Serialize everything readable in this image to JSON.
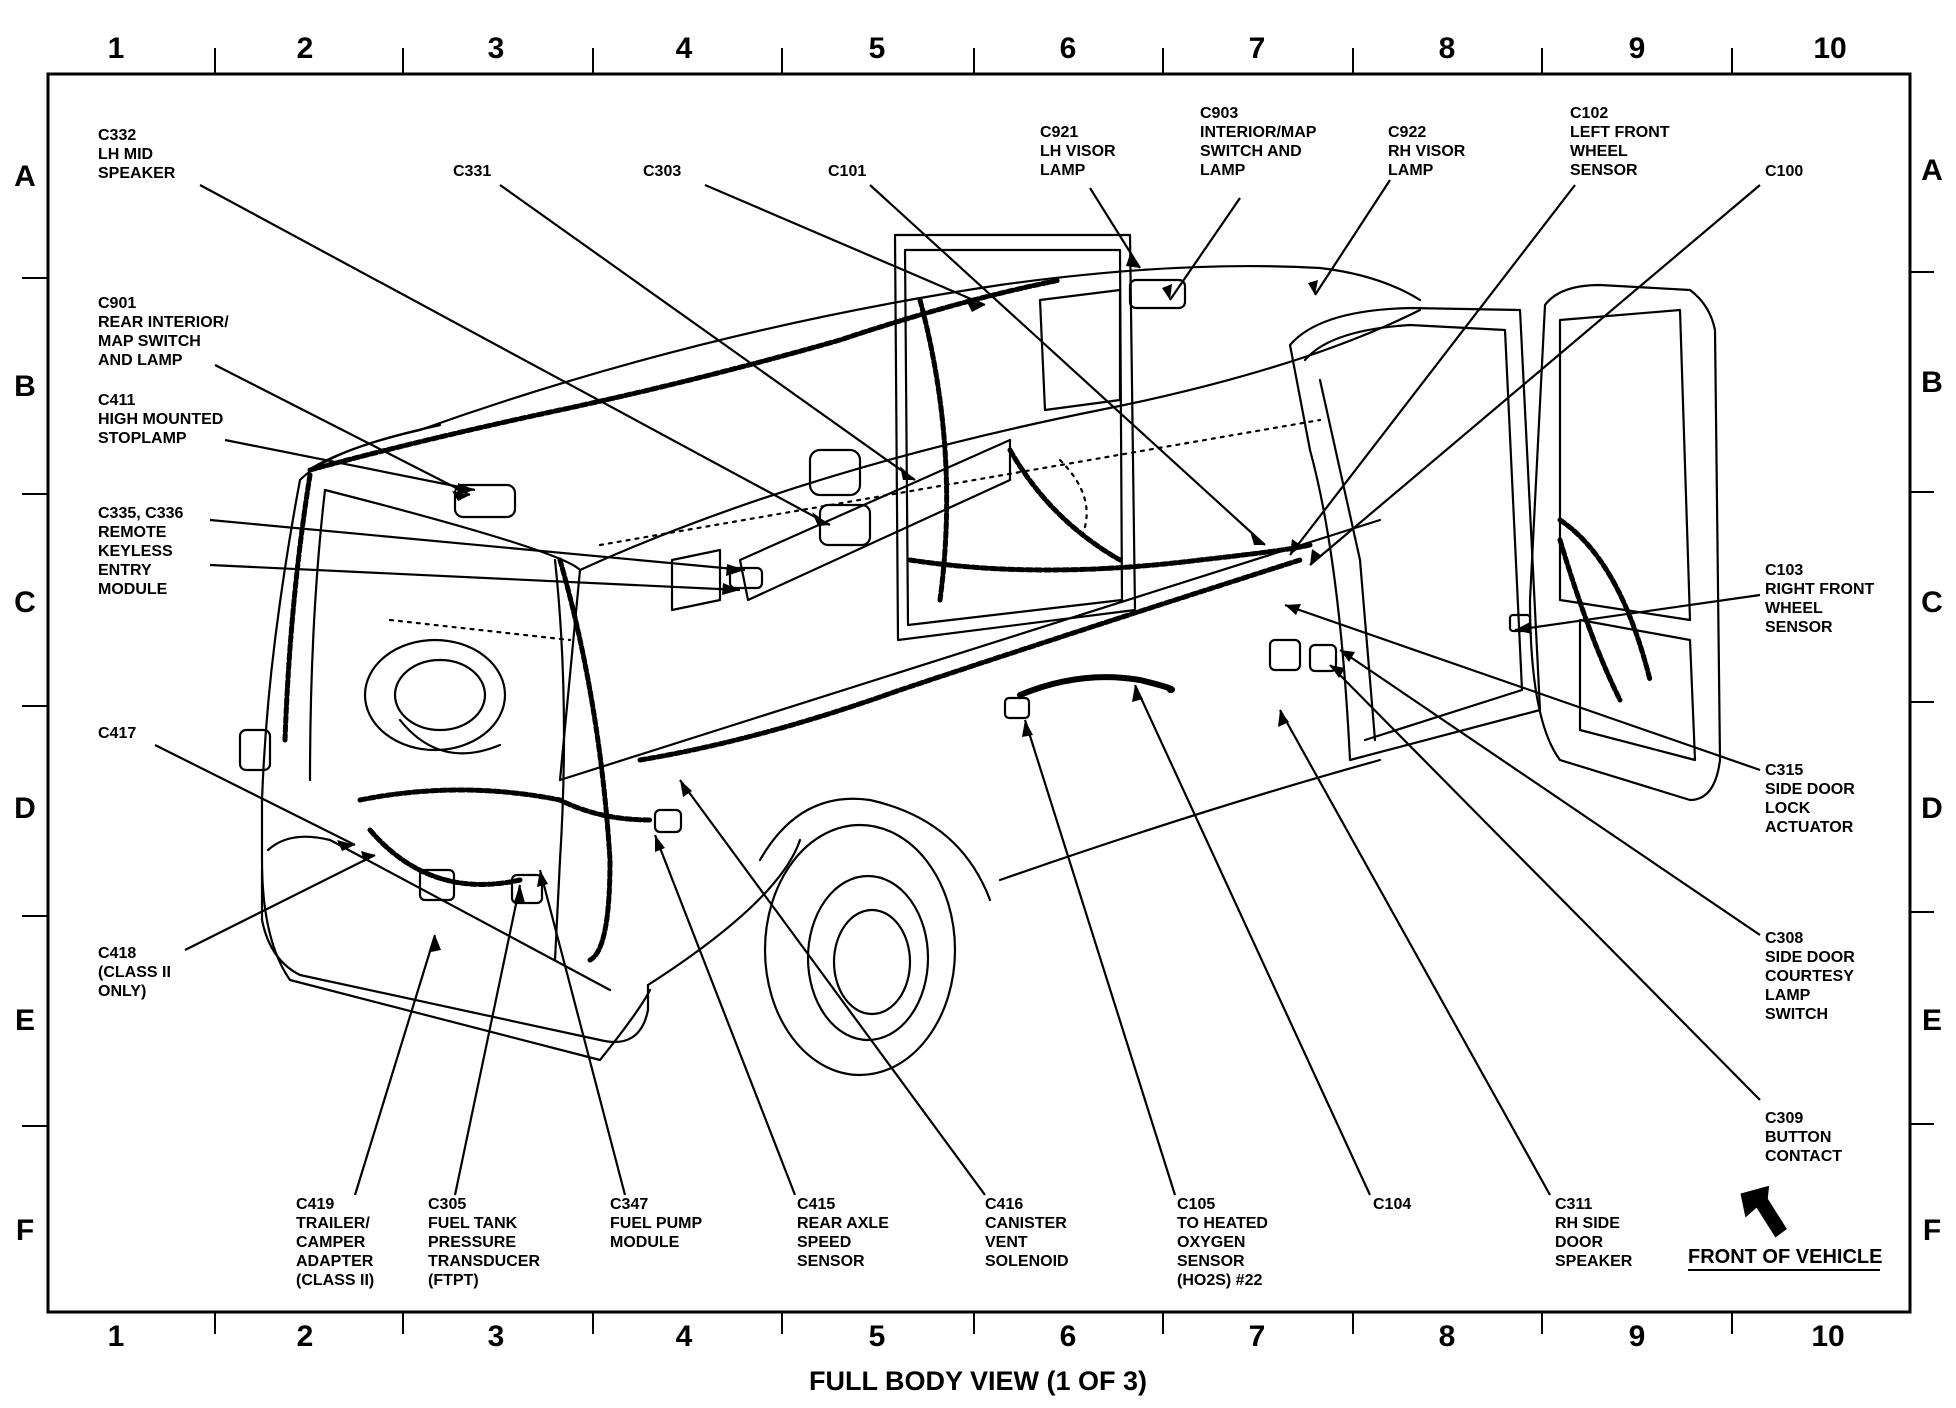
{
  "grid": {
    "columns": [
      "1",
      "2",
      "3",
      "4",
      "5",
      "6",
      "7",
      "8",
      "9",
      "10"
    ],
    "rows": [
      "A",
      "B",
      "C",
      "D",
      "E",
      "F"
    ]
  },
  "caption": "FULL BODY VIEW (1 OF 3)",
  "front_of_vehicle": "FRONT OF VEHICLE",
  "callouts": [
    {
      "id": "c332",
      "lines": [
        "C332",
        "LH MID",
        "SPEAKER"
      ]
    },
    {
      "id": "c331",
      "lines": [
        "C331"
      ]
    },
    {
      "id": "c303",
      "lines": [
        "C303"
      ]
    },
    {
      "id": "c101",
      "lines": [
        "C101"
      ]
    },
    {
      "id": "c921",
      "lines": [
        "C921",
        "LH VISOR",
        "LAMP"
      ]
    },
    {
      "id": "c903",
      "lines": [
        "C903",
        "INTERIOR/MAP",
        "SWITCH AND",
        "LAMP"
      ]
    },
    {
      "id": "c922",
      "lines": [
        "C922",
        "RH VISOR",
        "LAMP"
      ]
    },
    {
      "id": "c102",
      "lines": [
        "C102",
        "LEFT FRONT",
        "WHEEL",
        "SENSOR"
      ]
    },
    {
      "id": "c100",
      "lines": [
        "C100"
      ]
    },
    {
      "id": "c901",
      "lines": [
        "C901",
        "REAR INTERIOR/",
        "MAP SWITCH",
        "AND LAMP"
      ]
    },
    {
      "id": "c411",
      "lines": [
        "C411",
        "HIGH MOUNTED",
        "STOPLAMP"
      ]
    },
    {
      "id": "c335",
      "lines": [
        "C335, C336",
        "REMOTE",
        "KEYLESS",
        "ENTRY",
        "MODULE"
      ]
    },
    {
      "id": "c103",
      "lines": [
        "C103",
        "RIGHT FRONT",
        "WHEEL",
        "SENSOR"
      ]
    },
    {
      "id": "c417",
      "lines": [
        "C417"
      ]
    },
    {
      "id": "c315",
      "lines": [
        "C315",
        "SIDE DOOR",
        "LOCK",
        "ACTUATOR"
      ]
    },
    {
      "id": "c418",
      "lines": [
        "C418",
        "(CLASS II",
        "ONLY)"
      ]
    },
    {
      "id": "c308",
      "lines": [
        "C308",
        "SIDE DOOR",
        "COURTESY",
        "LAMP",
        "SWITCH"
      ]
    },
    {
      "id": "c309",
      "lines": [
        "C309",
        "BUTTON",
        "CONTACT"
      ]
    },
    {
      "id": "c419",
      "lines": [
        "C419",
        "TRAILER/",
        "CAMPER",
        "ADAPTER",
        "(CLASS II)"
      ]
    },
    {
      "id": "c305",
      "lines": [
        "C305",
        "FUEL TANK",
        "PRESSURE",
        "TRANSDUCER",
        "(FTPT)"
      ]
    },
    {
      "id": "c347",
      "lines": [
        "C347",
        "FUEL PUMP",
        "MODULE"
      ]
    },
    {
      "id": "c415",
      "lines": [
        "C415",
        "REAR AXLE",
        "SPEED",
        "SENSOR"
      ]
    },
    {
      "id": "c416",
      "lines": [
        "C416",
        "CANISTER",
        "VENT",
        "SOLENOID"
      ]
    },
    {
      "id": "c105",
      "lines": [
        "C105",
        "TO HEATED",
        "OXYGEN",
        "SENSOR",
        "(HO2S) #22"
      ]
    },
    {
      "id": "c104",
      "lines": [
        "C104"
      ]
    },
    {
      "id": "c311",
      "lines": [
        "C311",
        "RH SIDE",
        "DOOR",
        "SPEAKER"
      ]
    }
  ]
}
